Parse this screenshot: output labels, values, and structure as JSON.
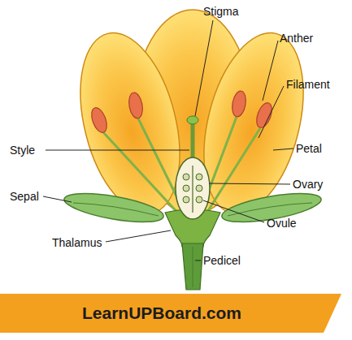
{
  "diagram": {
    "nodes": [
      {
        "text": [
          "LearnUPBoard.com"
        ]
      }
    ],
    "labels": [
      "Stigma",
      "Anther",
      "Filament",
      "Style",
      "Petal",
      "Ovary",
      "Sepal",
      "Ovule",
      "Thalamus",
      "Pedicel"
    ]
  }
}
